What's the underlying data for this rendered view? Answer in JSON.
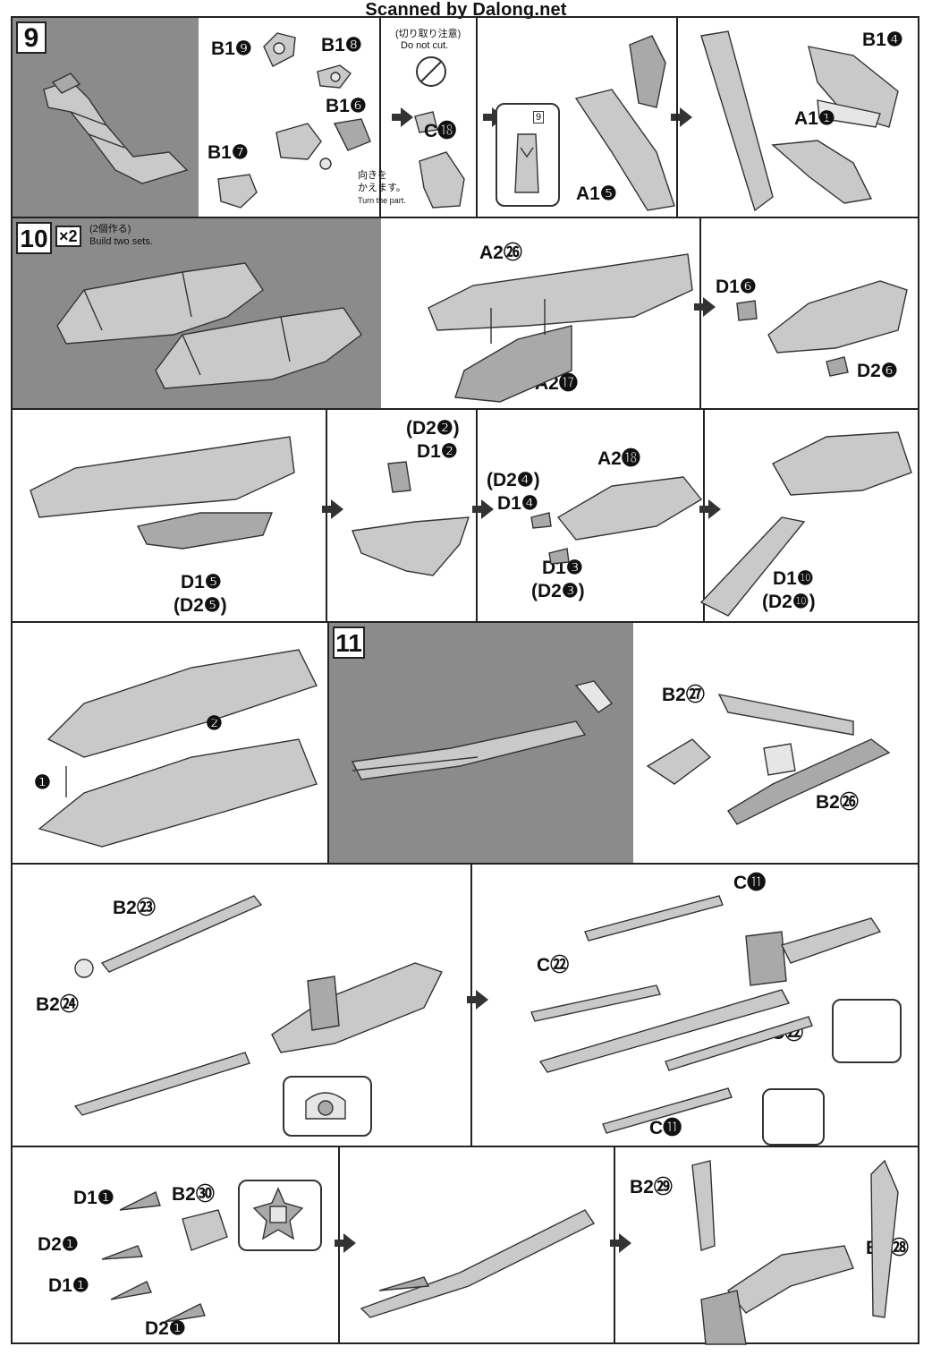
{
  "header": {
    "scanner_text": "Scanned by Dalong.net"
  },
  "step9": {
    "number": "9",
    "labels": {
      "b19": "B1❾",
      "b18": "B1❽",
      "b16": "B1❻",
      "b17": "B1❼",
      "c18": "C⓲",
      "a15": "A1❺",
      "b14": "B1❹",
      "a11": "A1❶"
    },
    "notes": {
      "do_not_cut_jp": "(切り取り注意)",
      "do_not_cut_en": "Do not cut.",
      "turn_jp1": "向きを",
      "turn_jp2": "かえます。",
      "turn_en": "Turn the part.",
      "ref_num": "9"
    }
  },
  "step10": {
    "number": "10",
    "multiplier": "×2",
    "build_jp": "(2個作る)",
    "build_en": "Build two sets.",
    "labels": {
      "a226": "A2㉖",
      "a217": "A2⓱",
      "d16": "D1❻",
      "d26": "D2❻",
      "d22p": "(D2❷)",
      "d12": "D1❷",
      "d24p": "(D2❹)",
      "d14": "D1❹",
      "a218": "A2⓲",
      "d15": "D1❺",
      "d25p": "(D2❺)",
      "d13": "D1❸",
      "d23p": "(D2❸)",
      "d110": "D1❿",
      "d210p": "(D2❿)",
      "mark1": "❶",
      "mark2": "❷"
    }
  },
  "step11": {
    "number": "11",
    "labels": {
      "b227": "B2㉗",
      "b226": "B2㉖",
      "b223": "B2㉓",
      "b224": "B2㉔",
      "c11a": "C⓫",
      "c22a": "C㉒",
      "c22b": "C㉒",
      "c11b": "C⓫",
      "d11a": "D1❶",
      "b230": "B2㉚",
      "d21a": "D2❶",
      "d11b": "D1❶",
      "d21b": "D2❶",
      "b229": "B2㉙",
      "b228": "B2㉘"
    }
  }
}
